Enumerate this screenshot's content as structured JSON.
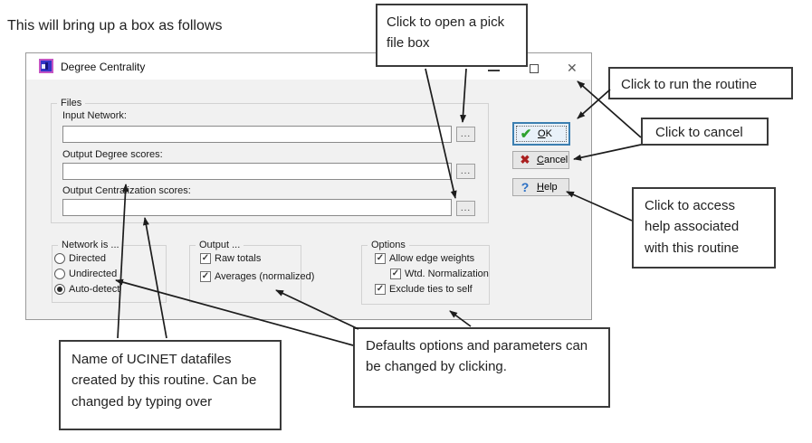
{
  "page": {
    "intro": "This will bring up a box as follows"
  },
  "dialog": {
    "title": "Degree Centrality",
    "icons": {
      "close": "✕",
      "checkmark": "✓",
      "ok": "✔",
      "cancel": "✖",
      "help": "?"
    },
    "files": {
      "legend": "Files",
      "browse_label": "...",
      "fields": [
        {
          "label": "Input Network:",
          "value": ""
        },
        {
          "label": "Output Degree scores:",
          "value": ""
        },
        {
          "label": "Output Centralization scores:",
          "value": ""
        }
      ]
    },
    "network_group": {
      "legend": "Network is ...",
      "options": [
        {
          "label": "Directed",
          "selected": false
        },
        {
          "label": "Undirected",
          "selected": false
        },
        {
          "label": "Auto-detect",
          "selected": true
        }
      ]
    },
    "output_group": {
      "legend": "Output ...",
      "options": [
        {
          "label": "Raw totals",
          "checked": true
        },
        {
          "label": "Averages (normalized)",
          "checked": true
        }
      ]
    },
    "options_group": {
      "legend": "Options",
      "options": [
        {
          "label": "Allow edge weights",
          "checked": true
        },
        {
          "label": "Wtd. Normalization",
          "checked": true
        },
        {
          "label": "Exclude ties to self",
          "checked": true
        }
      ]
    },
    "buttons": {
      "ok": {
        "mnemonic": "O",
        "rest": "K"
      },
      "cancel": {
        "mnemonic": "C",
        "rest": "ancel"
      },
      "help": {
        "mnemonic": "H",
        "rest": "elp"
      }
    }
  },
  "callouts": {
    "pickfile": "Click to open a pick file box",
    "run": "Click to run the routine",
    "cancel": "Click to cancel",
    "help": "Click to access help associated with this routine",
    "names": "Name of UCINET datafiles created by this routine. Can be changed by typing over",
    "defaults": "Defaults options and parameters can be changed by clicking."
  },
  "colors": {
    "ok_check": "#2ea12e",
    "cancel_cross": "#aa1f1f",
    "help_question": "#2b6fc4",
    "focus_border": "#3c7fb1",
    "dialog_bg": "#f1f1f1",
    "titlebar_bg": "#ffffff",
    "icon_blue": "#3434c8",
    "icon_magenta": "#c455c4"
  }
}
